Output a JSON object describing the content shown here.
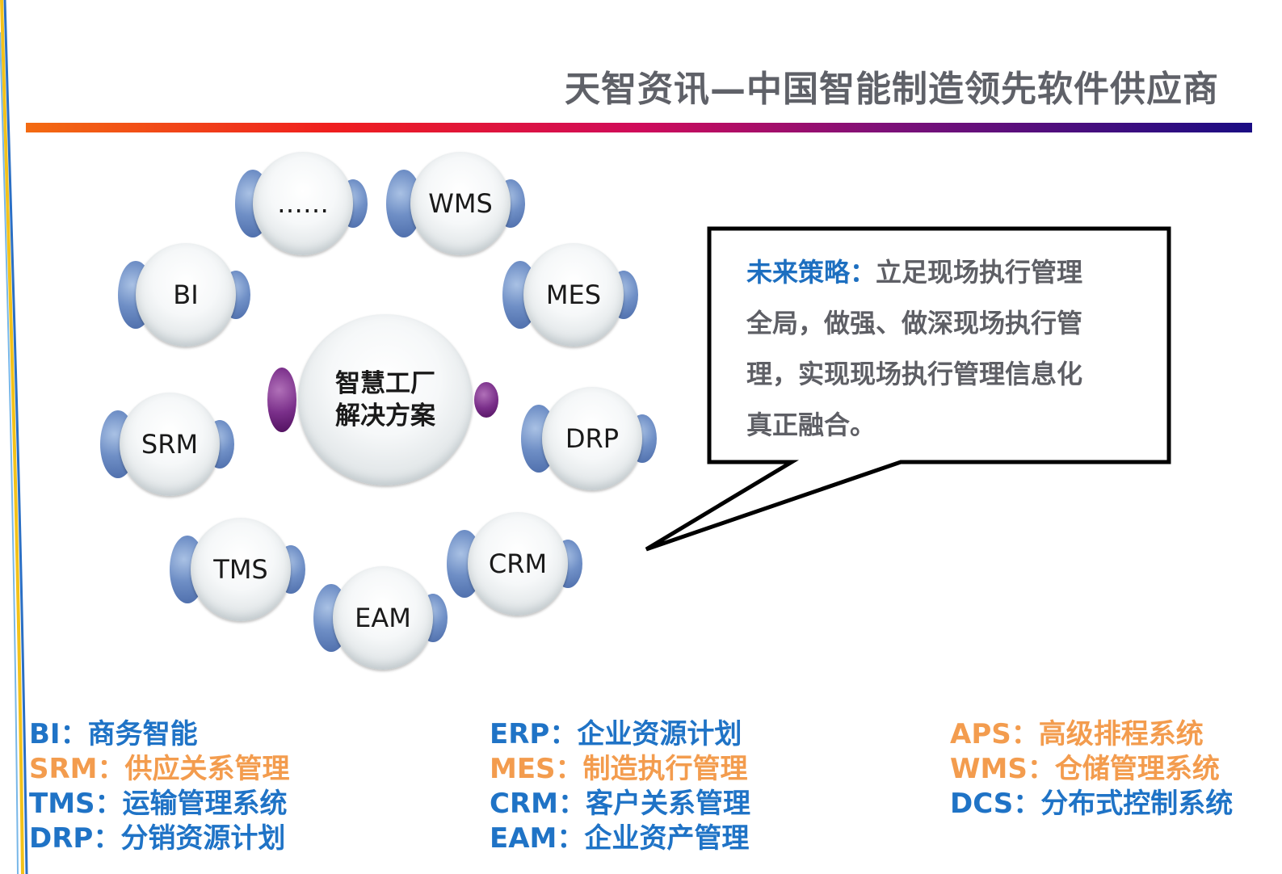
{
  "header": {
    "title": "天智资讯—中国智能制造领先软件供应商"
  },
  "diagram": {
    "center": {
      "line1": "智慧工厂",
      "line2": "解决方案"
    },
    "nodes": [
      {
        "id": "more",
        "label": "……"
      },
      {
        "id": "wms",
        "label": "WMS"
      },
      {
        "id": "bi",
        "label": "BI"
      },
      {
        "id": "mes",
        "label": "MES"
      },
      {
        "id": "srm",
        "label": "SRM"
      },
      {
        "id": "drp",
        "label": "DRP"
      },
      {
        "id": "tms",
        "label": "TMS"
      },
      {
        "id": "crm",
        "label": "CRM"
      },
      {
        "id": "eam",
        "label": "EAM"
      }
    ]
  },
  "callout": {
    "highlight": "未来策略：",
    "lines": [
      "立足现场执行管理",
      "全局，做强、做深现场执行管",
      "理，实现现场执行管理信息化",
      "真正融合。"
    ]
  },
  "legend": {
    "col1": [
      {
        "text": "BI：商务智能",
        "color": "blue"
      },
      {
        "text": "SRM：供应关系管理",
        "color": "orange"
      },
      {
        "text": "TMS：运输管理系统",
        "color": "blue"
      },
      {
        "text": "DRP：分销资源计划",
        "color": "blue"
      }
    ],
    "col2": [
      {
        "text": "ERP：企业资源计划",
        "color": "blue"
      },
      {
        "text": "MES：制造执行管理",
        "color": "orange"
      },
      {
        "text": "CRM：客户关系管理",
        "color": "blue"
      },
      {
        "text": "EAM：企业资产管理",
        "color": "blue"
      }
    ],
    "col3": [
      {
        "text": "APS：高级排程系统",
        "color": "orange"
      },
      {
        "text": "WMS：仓储管理系统",
        "color": "orange"
      },
      {
        "text": "DCS：分布式控制系统",
        "color": "blue"
      }
    ]
  },
  "colors": {
    "title": "#5f6168",
    "blue": "#1f73c6",
    "orange": "#f39c4e",
    "callout_text": "#5e5f65"
  }
}
